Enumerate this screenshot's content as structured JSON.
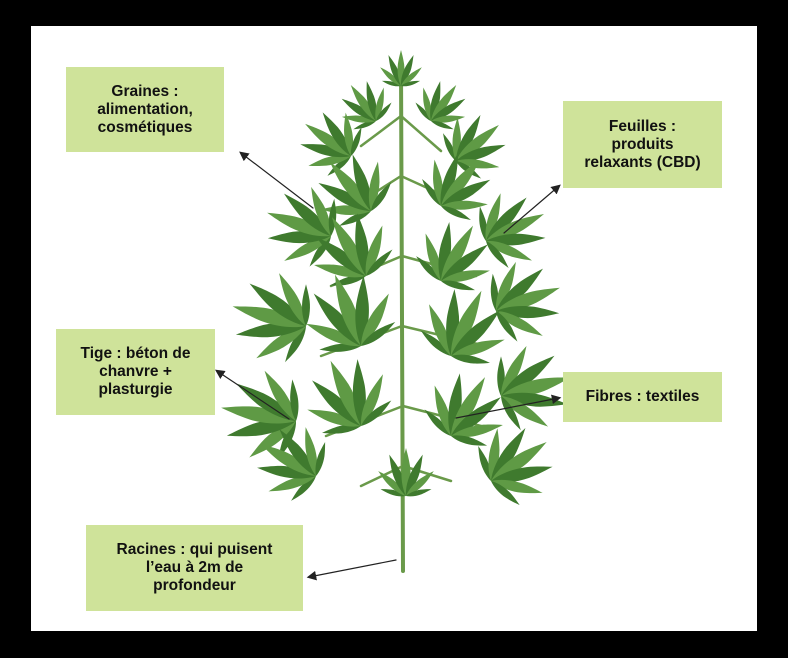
{
  "labels": {
    "graines": {
      "lines": [
        "Graines :",
        "alimentation,",
        "cosmétiques"
      ]
    },
    "feuilles": {
      "lines": [
        "Feuilles :",
        "produits",
        "relaxants (CBD)"
      ]
    },
    "tige": {
      "lines": [
        "Tige : béton de",
        "chanvre +",
        "plasturgie"
      ]
    },
    "fibres": {
      "lines": [
        "Fibres : textiles"
      ]
    },
    "racines": {
      "lines": [
        "Racines : qui puisent",
        "l’eau à 2m de",
        "profondeur"
      ]
    }
  },
  "colors": {
    "background": "#000000",
    "panel": "#ffffff",
    "label_fill": "#cfe39a",
    "text": "#111111",
    "leaf_dark": "#3f7a2e",
    "leaf_light": "#5f9a45",
    "stem": "#6a9a4a",
    "arrow": "#222222"
  },
  "icons": {
    "plant": "hemp-plant-illustration",
    "arrow": "arrow-pointer"
  }
}
